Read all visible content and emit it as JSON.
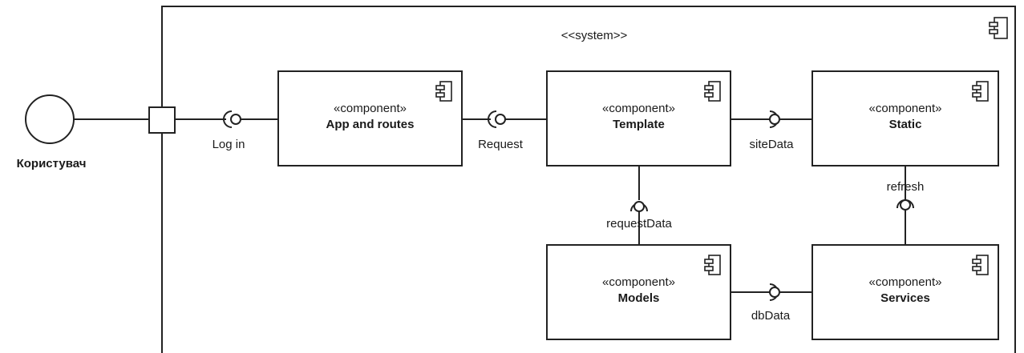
{
  "system": {
    "stereotype": "<<system>>"
  },
  "actor": {
    "label": "Користувач"
  },
  "components": {
    "app": {
      "stereotype": "«component»",
      "name": "App and routes"
    },
    "template": {
      "stereotype": "«component»",
      "name": "Template"
    },
    "static": {
      "stereotype": "«component»",
      "name": "Static"
    },
    "models": {
      "stereotype": "«component»",
      "name": "Models"
    },
    "services": {
      "stereotype": "«component»",
      "name": "Services"
    }
  },
  "interfaces": {
    "login": "Log in",
    "request": "Request",
    "site_data": "siteData",
    "refresh": "refresh",
    "request_data": "requestData",
    "db_data": "dbData"
  },
  "icons": {
    "component": "component-icon"
  }
}
